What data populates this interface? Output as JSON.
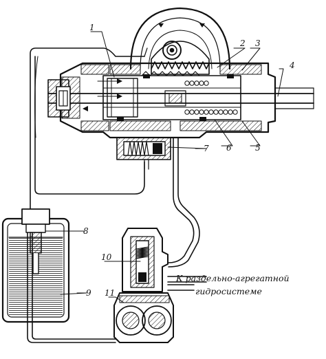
{
  "callouts": [
    {
      "id": "1",
      "text": "1"
    },
    {
      "id": "2",
      "text": "2"
    },
    {
      "id": "3",
      "text": "3"
    },
    {
      "id": "4",
      "text": "4"
    },
    {
      "id": "5",
      "text": "5"
    },
    {
      "id": "6",
      "text": "6"
    },
    {
      "id": "7",
      "text": "7"
    },
    {
      "id": "8",
      "text": "8"
    },
    {
      "id": "9",
      "text": "9"
    },
    {
      "id": "10",
      "text": "10"
    },
    {
      "id": "11",
      "text": "11"
    }
  ],
  "annotation": {
    "line1": "К раздельно-агрегатной",
    "line2": "гидросистеме"
  },
  "colors": {
    "ink": "#111111",
    "paper": "#ffffff"
  }
}
